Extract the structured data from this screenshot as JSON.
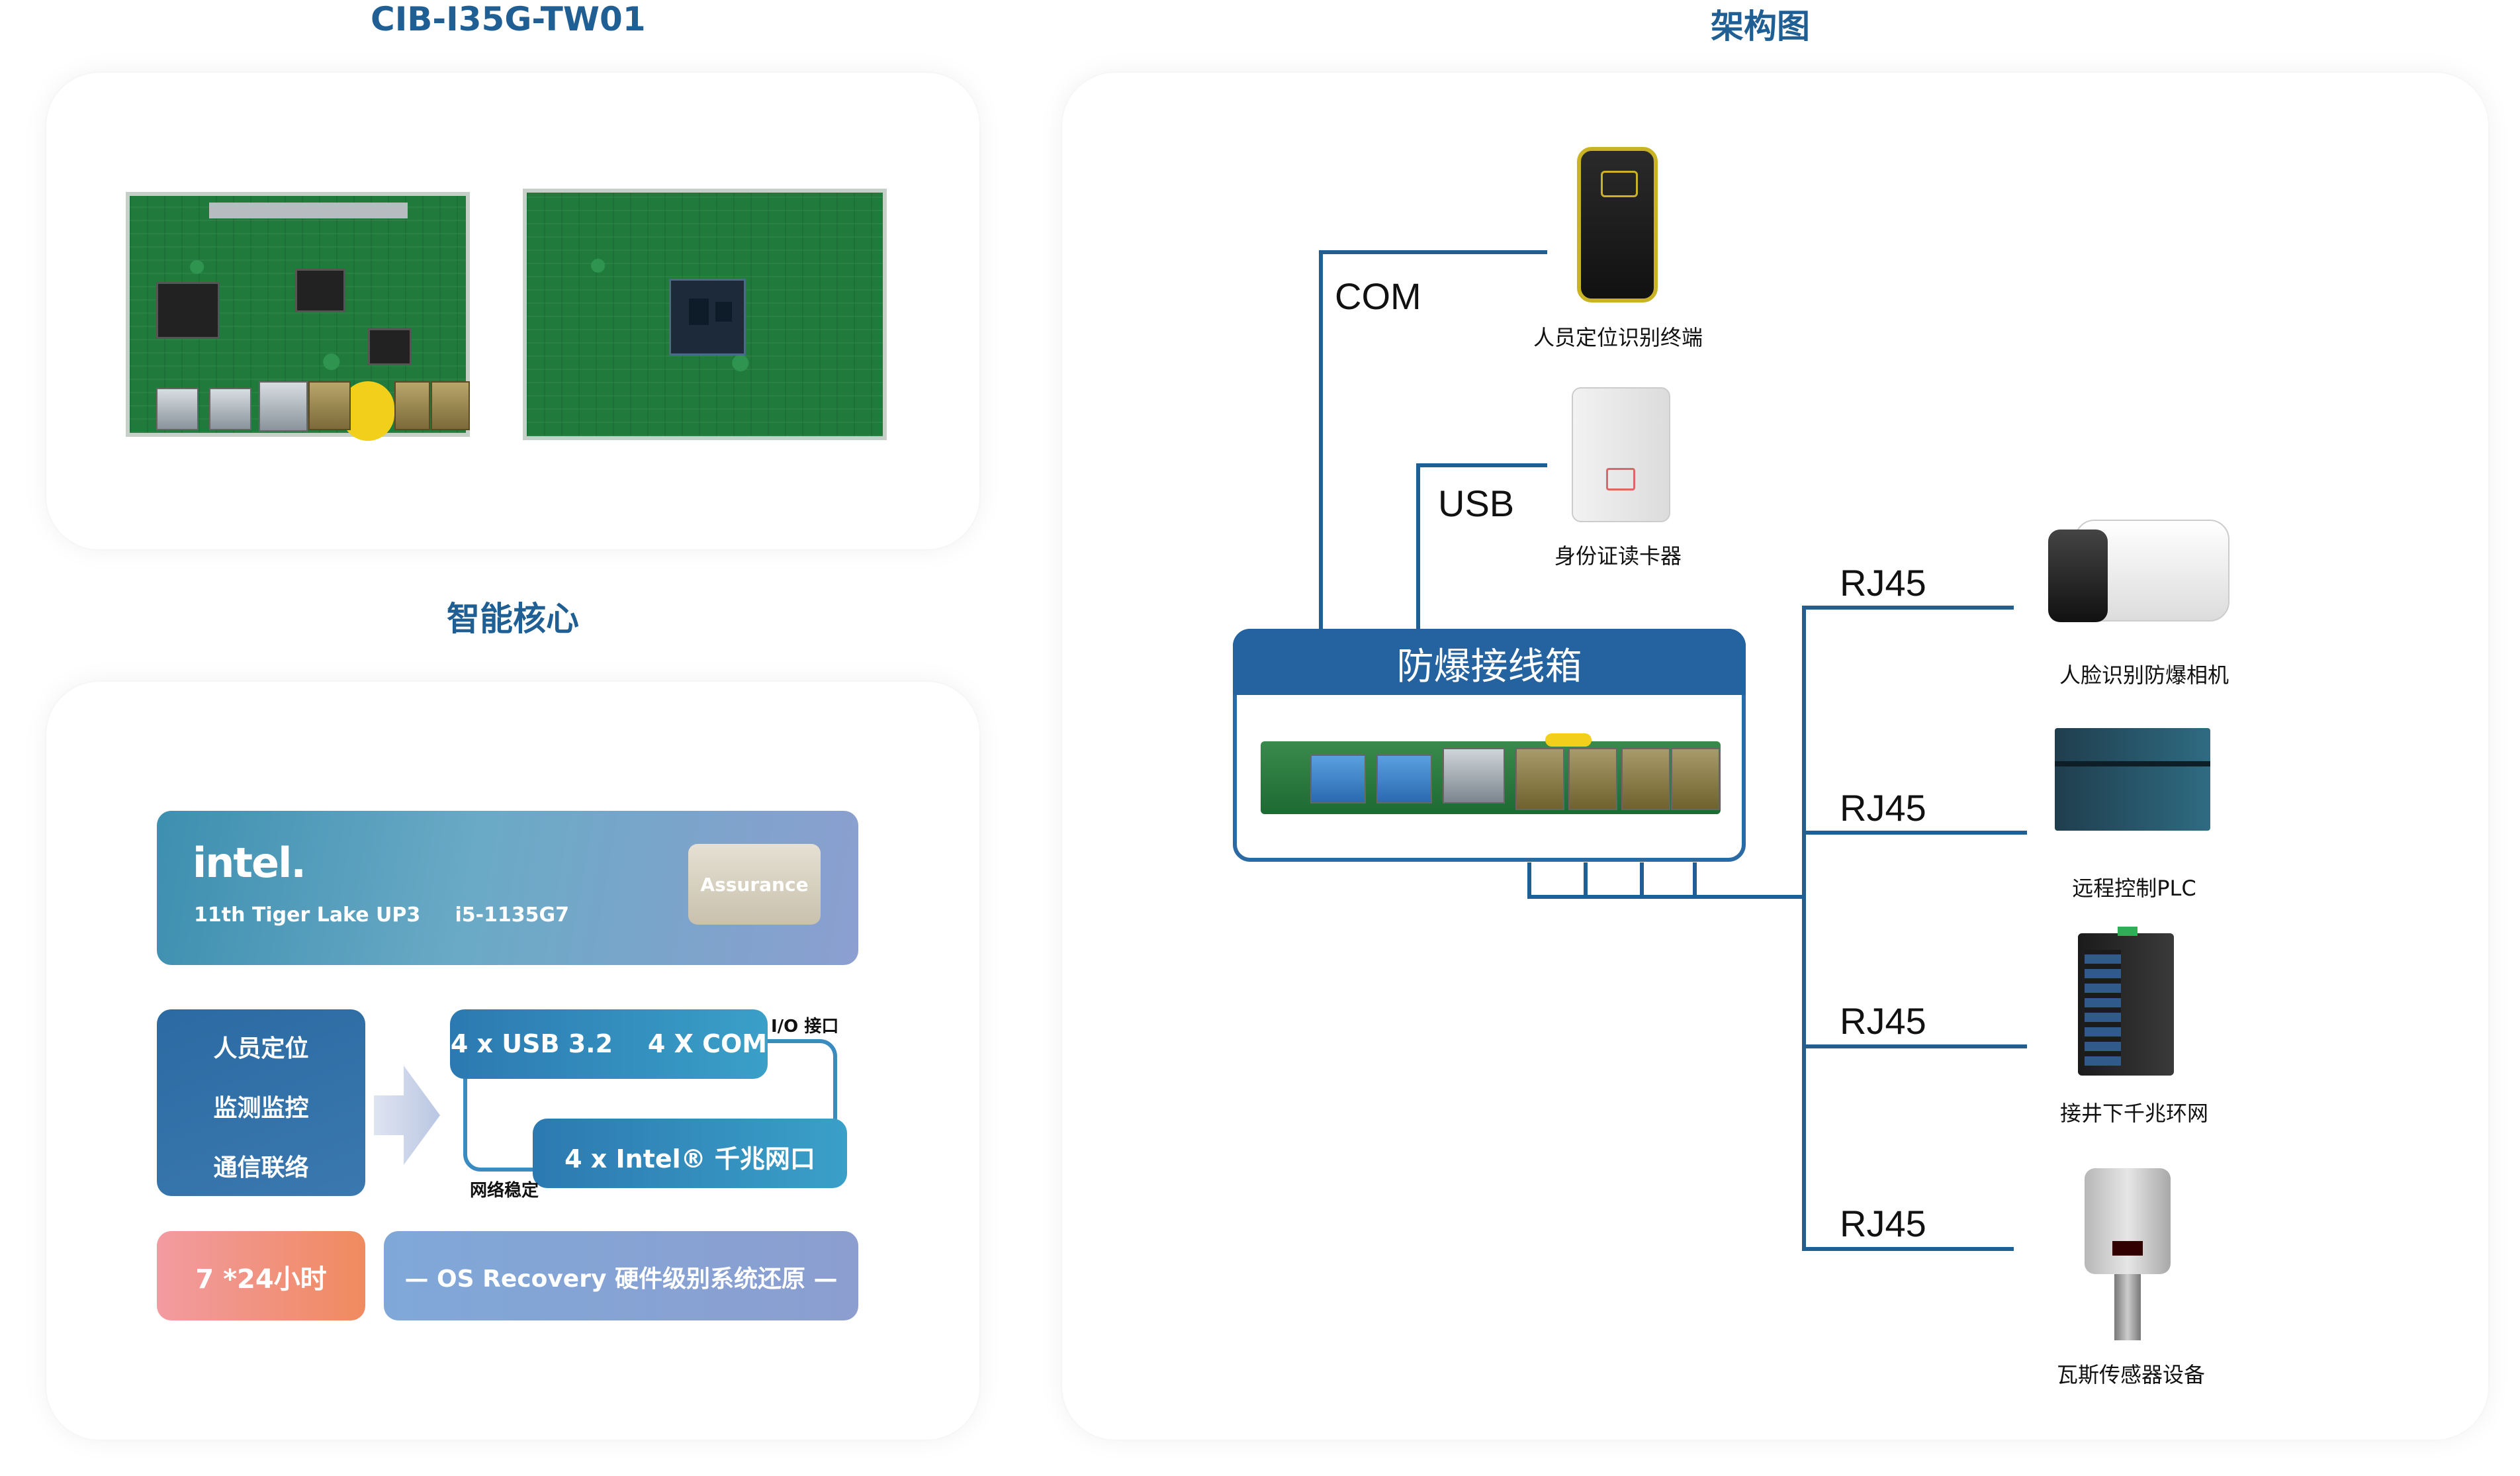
{
  "left_title": "CIB-I35G-TW01",
  "right_title": "架构图",
  "core_title": "智能核心",
  "intel": {
    "logo": "intel.",
    "spec": "11th Tiger Lake UP3     i5-1135G7",
    "badge": "Assurance"
  },
  "functions": [
    "人员定位",
    "监测监控",
    "通信联络"
  ],
  "io": {
    "top": "4 x USB 3.2    4 X COM",
    "top_tag": "I/O 接口",
    "bottom": "4 x Intel® 千兆网口",
    "bottom_tag": "网络稳定"
  },
  "uptime": "7 *24小时",
  "recovery": "— OS Recovery 硬件级别系统还原 —",
  "hub": "防爆接线箱",
  "links": {
    "com": "COM",
    "usb": "USB",
    "rj45_1": "RJ45",
    "rj45_2": "RJ45",
    "rj45_3": "RJ45",
    "rj45_4": "RJ45"
  },
  "devices": {
    "locator": "人员定位识别终端",
    "reader": "身份证读卡器",
    "camera": "人脸识别防爆相机",
    "plc": "远程控制PLC",
    "switch": "接井下千兆环网",
    "gas": "瓦斯传感器设备"
  },
  "colors": {
    "accent": "#1f5f94",
    "orange": "#f07a5a"
  }
}
